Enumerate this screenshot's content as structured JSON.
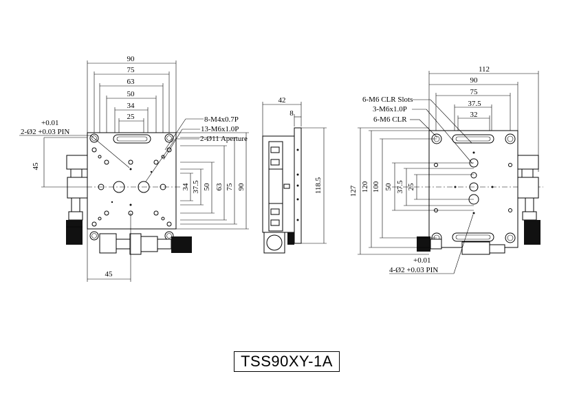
{
  "model": "TSS90XY-1A",
  "front_view": {
    "top_dims": [
      "90",
      "75",
      "63",
      "50",
      "34",
      "25"
    ],
    "right_dims": [
      "34",
      "37.5",
      "50",
      "63",
      "75",
      "90"
    ],
    "left_dim": "45",
    "bottom_dim": "45",
    "notes": [
      "8-M4x0.7P",
      "13-M6x1.0P",
      "2-Ø11 Aperture"
    ],
    "pin_tol": "+0.01",
    "pin_label": "2-Ø2 +0.03 PIN"
  },
  "side_view": {
    "dims": [
      "42",
      "8",
      "118.5"
    ]
  },
  "rear_view": {
    "top_dims": [
      "112",
      "90",
      "75",
      "37.5",
      "32"
    ],
    "left_dims": [
      "127",
      "120",
      "100",
      "50",
      "37.5",
      "25"
    ],
    "notes": [
      "6-M6 CLR Slots",
      "3-M6x1.0P",
      "6-M6 CLR"
    ],
    "pin_tol": "+0.01",
    "pin_label": "4-Ø2 +0.03 PIN"
  }
}
